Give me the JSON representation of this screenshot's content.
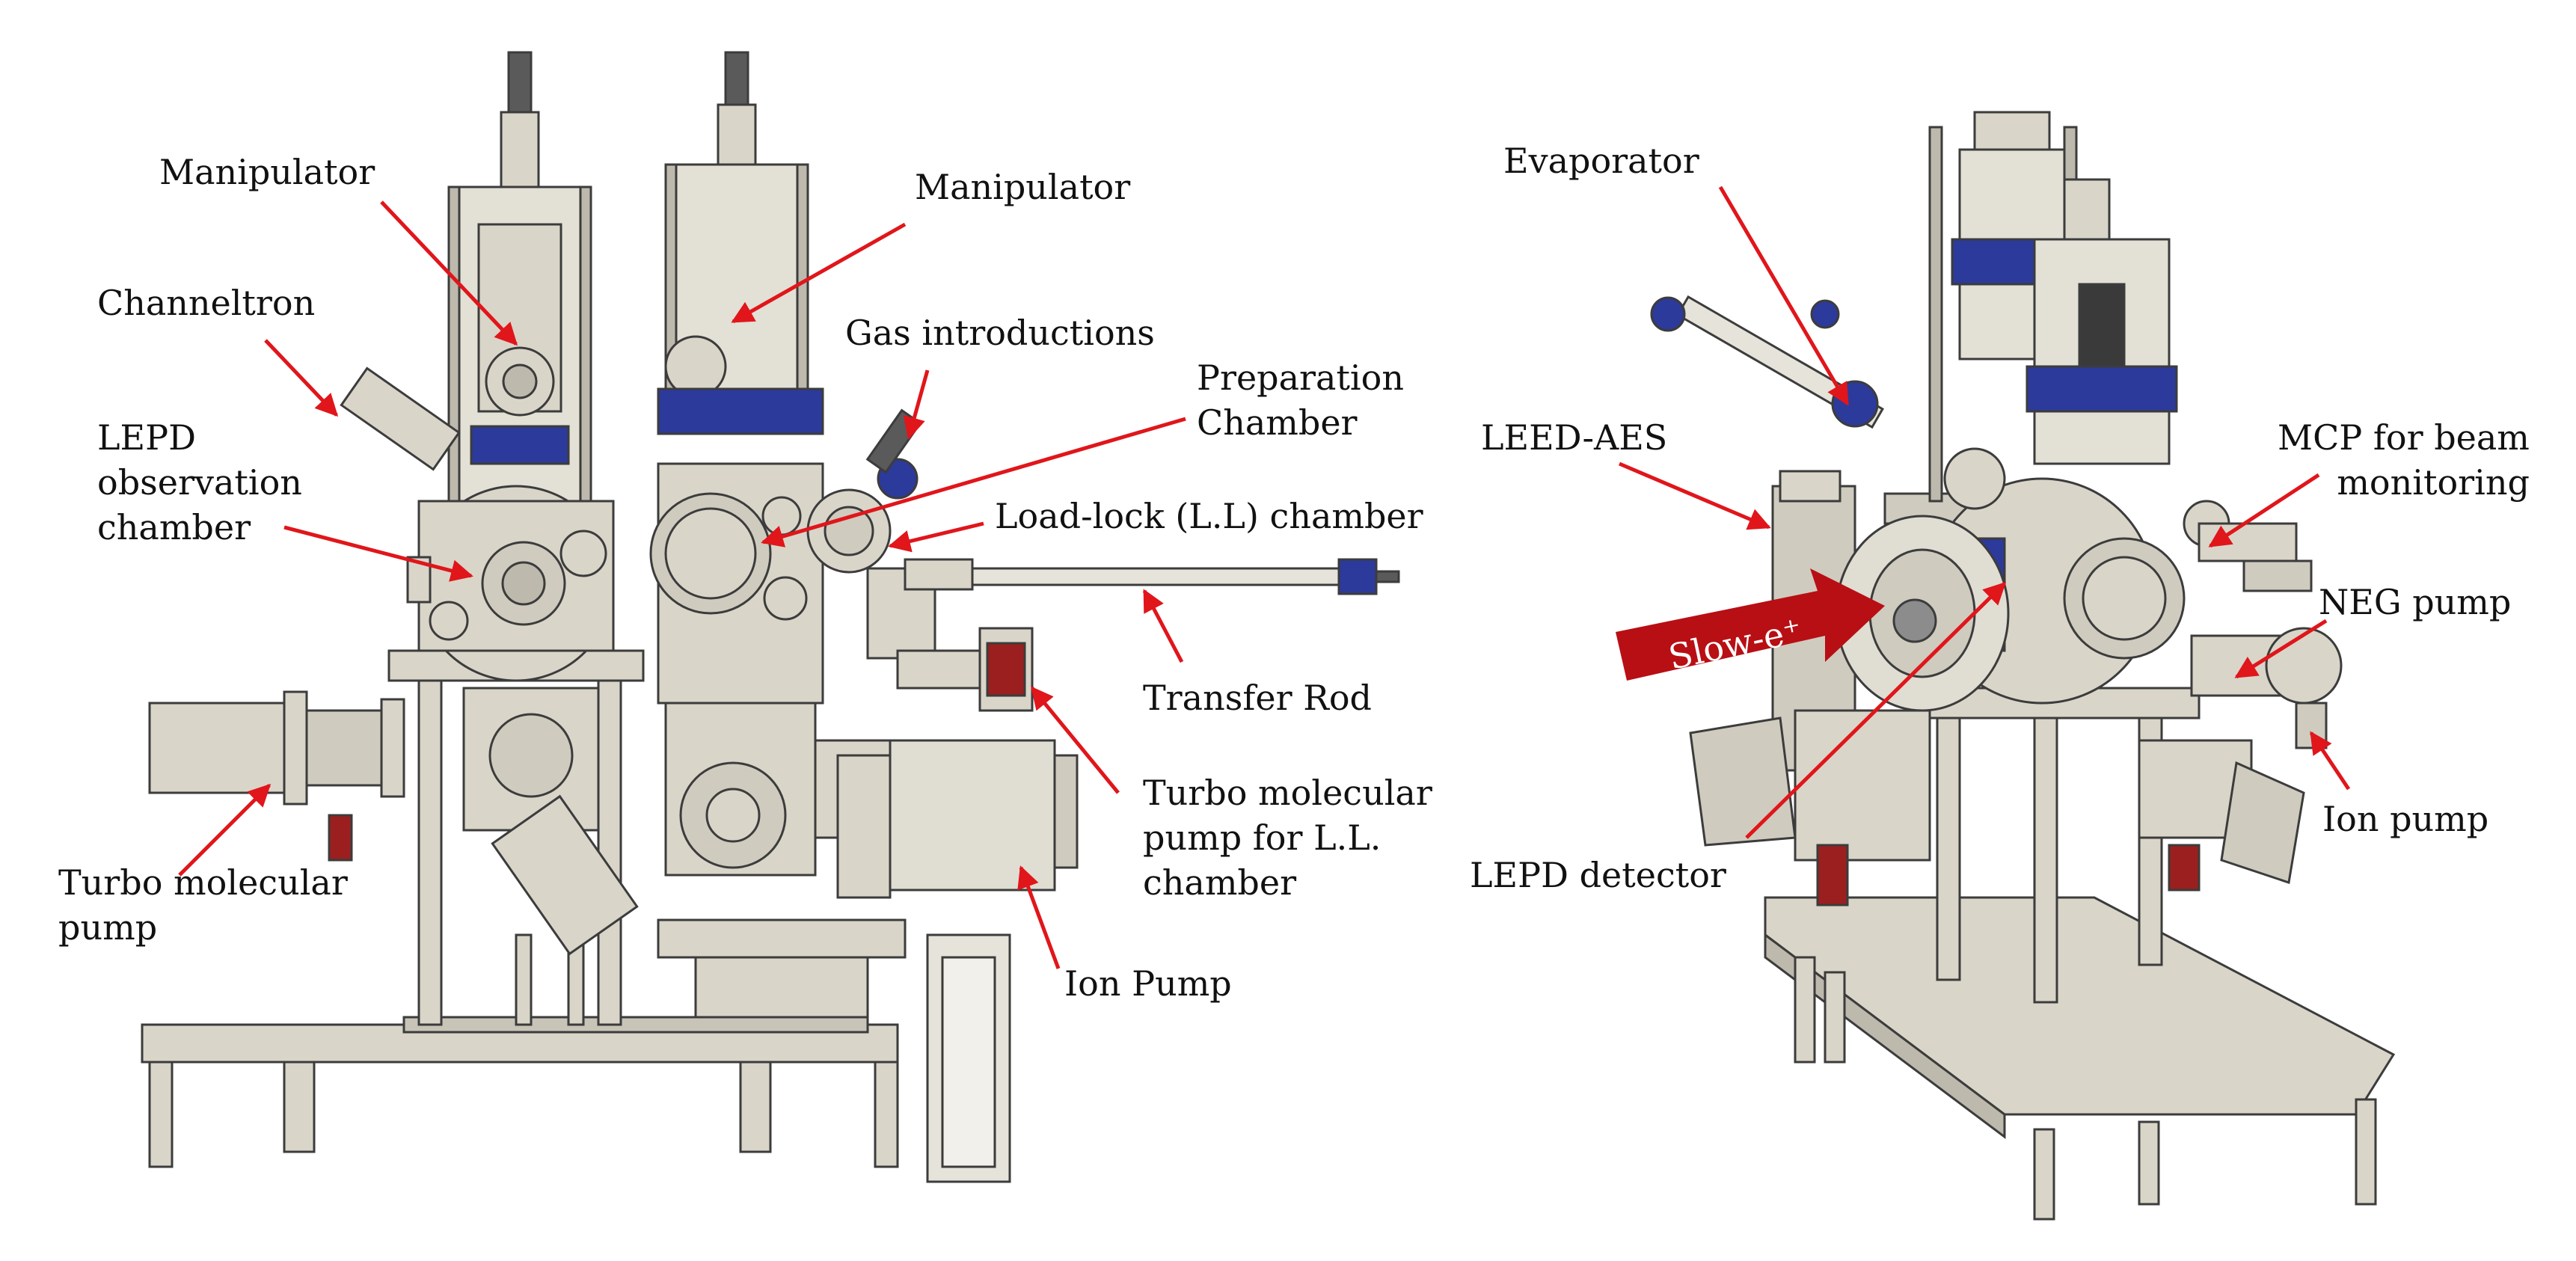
{
  "colors": {
    "arrow": "#e0161b",
    "metal": "#d9d5c9",
    "metal_dark": "#9e9a8e",
    "outline": "#3c3c3c",
    "flange_blue": "#2c3a9c",
    "beam_red": "#b80f14"
  },
  "beam": {
    "label": "Slow-e⁺"
  },
  "left_panel": {
    "labels": [
      {
        "id": "manipulator-left",
        "lines": [
          "Manipulator"
        ]
      },
      {
        "id": "manipulator-center",
        "lines": [
          "Manipulator"
        ]
      },
      {
        "id": "channeltron",
        "lines": [
          "Channeltron"
        ]
      },
      {
        "id": "gas-introductions",
        "lines": [
          "Gas introductions"
        ]
      },
      {
        "id": "preparation-chamber",
        "lines": [
          "Preparation",
          "Chamber"
        ]
      },
      {
        "id": "lepd-observation-chamber",
        "lines": [
          "LEPD",
          "observation",
          "chamber"
        ]
      },
      {
        "id": "load-lock-chamber",
        "lines": [
          "Load-lock (L.L) chamber"
        ]
      },
      {
        "id": "transfer-rod",
        "lines": [
          "Transfer Rod"
        ]
      },
      {
        "id": "turbo-pump-ll",
        "lines": [
          "Turbo molecular",
          "pump for L.L.",
          "chamber"
        ]
      },
      {
        "id": "turbo-pump",
        "lines": [
          "Turbo molecular",
          "pump"
        ]
      },
      {
        "id": "ion-pump-left",
        "lines": [
          "Ion Pump"
        ]
      }
    ]
  },
  "right_panel": {
    "labels": [
      {
        "id": "evaporator",
        "lines": [
          "Evaporator"
        ]
      },
      {
        "id": "leed-aes",
        "lines": [
          "LEED-AES"
        ]
      },
      {
        "id": "mcp-beam-monitoring",
        "lines": [
          "MCP for beam",
          "monitoring"
        ]
      },
      {
        "id": "neg-pump",
        "lines": [
          "NEG pump"
        ]
      },
      {
        "id": "ion-pump-right",
        "lines": [
          "Ion pump"
        ]
      },
      {
        "id": "lepd-detector",
        "lines": [
          "LEPD detector"
        ]
      }
    ]
  }
}
